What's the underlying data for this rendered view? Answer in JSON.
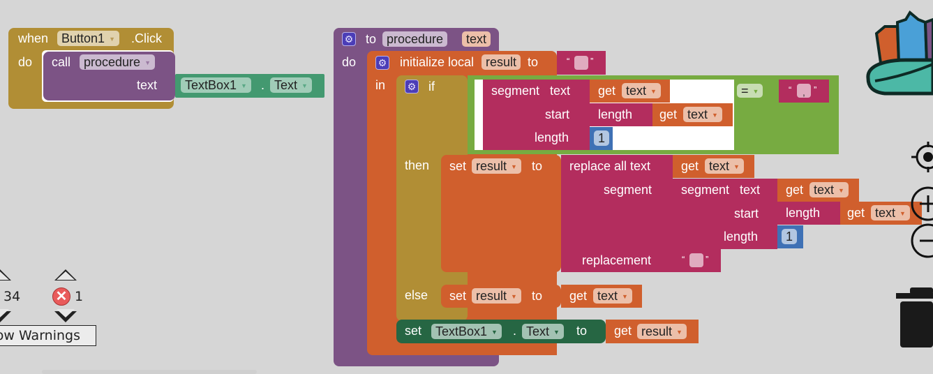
{
  "workspace": {
    "event_block": {
      "when": "when",
      "component": "Button1",
      "event": ".Click",
      "do": "do",
      "call": "call",
      "procedure": "procedure",
      "arg_label": "text",
      "arg_component": "TextBox1",
      "dot": ".",
      "arg_property": "Text"
    },
    "procedure_block": {
      "to": "to",
      "name": "procedure",
      "param": "text",
      "do": "do",
      "init": "initialize local",
      "local_var": "result",
      "to2": "to",
      "init_value": "",
      "in": "in",
      "if": "if",
      "segment": "segment",
      "segment_text": "text",
      "get": "get",
      "get_var": "text",
      "start": "start",
      "length": "length",
      "length_fn": "length",
      "length_value": "1",
      "compare_op": "=",
      "compare_value": ",",
      "then": "then",
      "set": "set",
      "set_var": "result",
      "set_to": "to",
      "replace_all": "replace all text",
      "segment_label": "segment",
      "segment2": "segment",
      "segment2_text": "text",
      "replacement": "replacement",
      "replacement_value": "",
      "else": "else",
      "set_comp": "TextBox1",
      "set_prop": "Text",
      "get_result": "result"
    }
  },
  "indicators": {
    "warning_count": "34",
    "error_count": "1",
    "show_warnings_label": "ow Warnings"
  },
  "controls": {
    "backpack": "backpack-icon",
    "recenter": "recenter-icon",
    "zoom_in": "zoom-in-icon",
    "zoom_out": "zoom-out-icon",
    "trash": "trash-icon"
  },
  "colors": {
    "event": "#b18e35",
    "procedure": "#7c5385",
    "variable": "#d05f2d",
    "text": "#b32d5e",
    "logic": "#77ab41",
    "math": "#3f71b5",
    "component": "#439970",
    "component_setter": "#266643"
  }
}
